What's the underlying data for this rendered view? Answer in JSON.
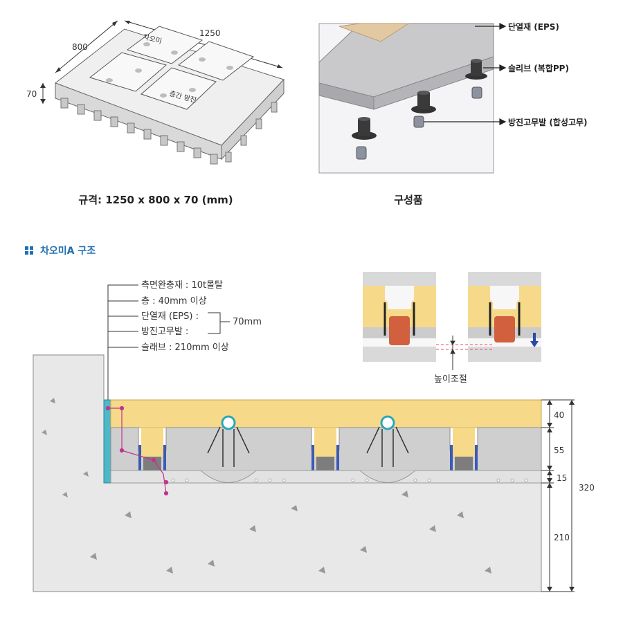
{
  "top": {
    "panel_drawing": {
      "dim_length": "1250",
      "dim_width": "800",
      "dim_height": "70",
      "label_a": "차오미",
      "label_b": "층간 방진",
      "caption": "규격: 1250 x 800 x 70 (mm)"
    },
    "components": {
      "labels": [
        "단열재 (EPS)",
        "슬리브 (복합PP)",
        "방진고무발 (합성고무)"
      ],
      "caption": "구성품"
    }
  },
  "section": {
    "title": "차오미A 구조"
  },
  "structure": {
    "layer_labels": [
      "측면완충재 : 10t몰탈",
      "층 : 40mm 이상",
      "단열재 (EPS) :",
      "방진고무발 :",
      "슬래브 : 210mm 이상"
    ],
    "bracket_value": "70mm",
    "height_adjust_label": "높이조절",
    "dims": [
      "40",
      "55",
      "15",
      "210"
    ],
    "total": "320"
  },
  "colors": {
    "mortar": "#f7d98a",
    "eps": "#cfcfcf",
    "slab": "#e6e6e6",
    "rubber_foot": "#d2603e",
    "sleeve": "#3b59b5",
    "side_buffer": "#4fb7c8",
    "accent_blue": "#1f6fb2"
  }
}
